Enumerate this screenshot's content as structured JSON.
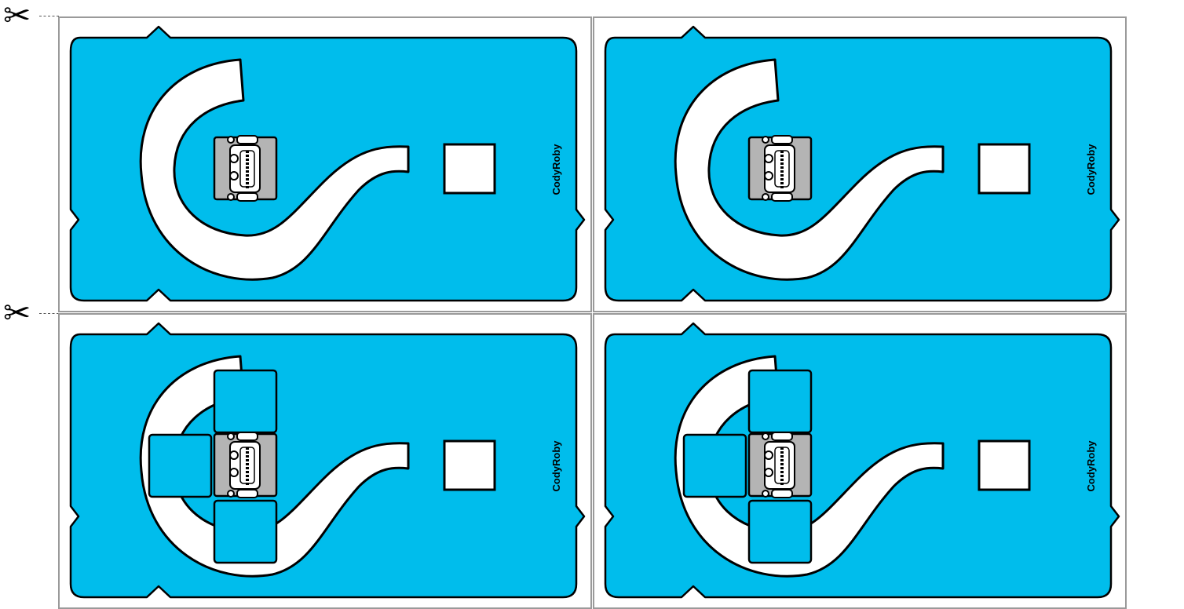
{
  "colors": {
    "board": "#00bdec",
    "outline": "#000000",
    "path": "#ffffff",
    "robot_tile": "#b4b4b4",
    "frame": "#9a9a9a"
  },
  "cut_marks": [
    {
      "icon": "scissors-icon",
      "glyph": "✂"
    },
    {
      "icon": "scissors-icon",
      "glyph": "✂"
    }
  ],
  "boards": [
    {
      "brand": "CodyRoby",
      "variant": "path-only"
    },
    {
      "brand": "CodyRoby",
      "variant": "path-only"
    },
    {
      "brand": "CodyRoby",
      "variant": "with-card-slots"
    },
    {
      "brand": "CodyRoby",
      "variant": "with-card-slots"
    }
  ]
}
